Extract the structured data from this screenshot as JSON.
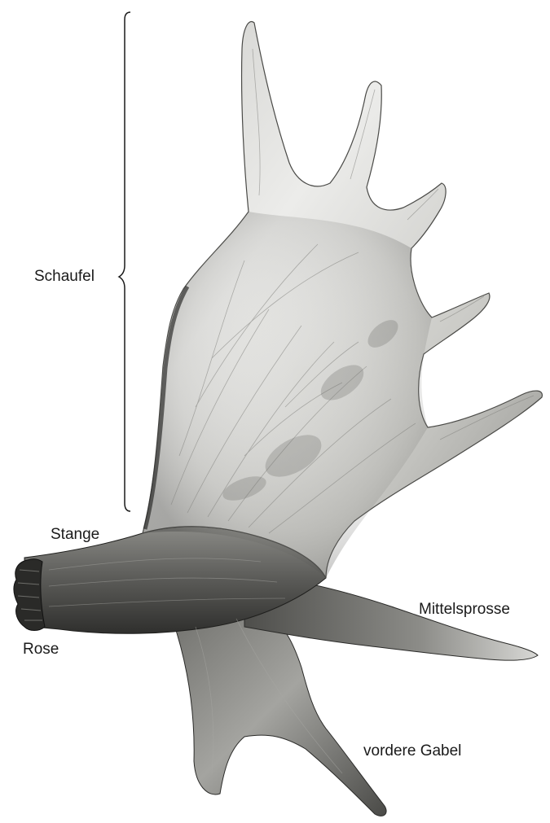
{
  "labels": {
    "schaufel": "Schaufel",
    "stange": "Stange",
    "rose": "Rose",
    "mittelsprosse": "Mittelsprosse",
    "vordere_gabel": "vordere Gabel"
  },
  "colors": {
    "background": "#ffffff",
    "antler_light": "#e4e4e2",
    "antler_mid": "#9c9c98",
    "antler_dark": "#3a3a38",
    "text": "#1a1a1a"
  }
}
